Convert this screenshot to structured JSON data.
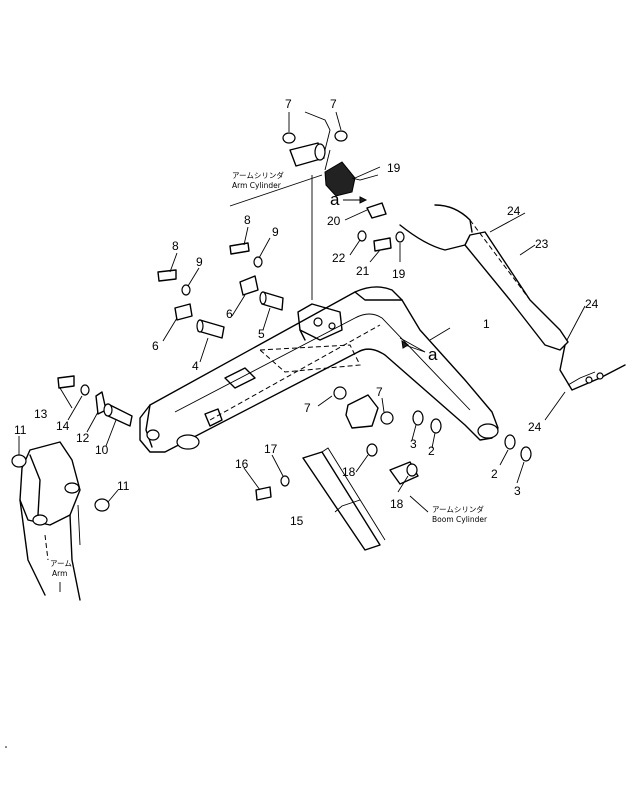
{
  "captions": {
    "arm_cylinder_jp": "アームシリンダ",
    "arm_cylinder_en": "Arm Cylinder",
    "boom_cylinder_jp": "アームシリンダ",
    "boom_cylinder_en": "Boom Cylinder",
    "arm_jp": "アーム",
    "arm_en": "Arm"
  },
  "reference_marks": [
    "a",
    "a"
  ],
  "callouts": [
    {
      "id": "callout-1",
      "label": "1"
    },
    {
      "id": "callout-2a",
      "label": "2"
    },
    {
      "id": "callout-2b",
      "label": "2"
    },
    {
      "id": "callout-3a",
      "label": "3"
    },
    {
      "id": "callout-3b",
      "label": "3"
    },
    {
      "id": "callout-4",
      "label": "4"
    },
    {
      "id": "callout-5",
      "label": "5"
    },
    {
      "id": "callout-6a",
      "label": "6"
    },
    {
      "id": "callout-6b",
      "label": "6"
    },
    {
      "id": "callout-7a",
      "label": "7"
    },
    {
      "id": "callout-7b",
      "label": "7"
    },
    {
      "id": "callout-7c",
      "label": "7"
    },
    {
      "id": "callout-7d",
      "label": "7"
    },
    {
      "id": "callout-8a",
      "label": "8"
    },
    {
      "id": "callout-8b",
      "label": "8"
    },
    {
      "id": "callout-9a",
      "label": "9"
    },
    {
      "id": "callout-9b",
      "label": "9"
    },
    {
      "id": "callout-10",
      "label": "10"
    },
    {
      "id": "callout-11a",
      "label": "11"
    },
    {
      "id": "callout-11b",
      "label": "11"
    },
    {
      "id": "callout-12",
      "label": "12"
    },
    {
      "id": "callout-13",
      "label": "13"
    },
    {
      "id": "callout-14",
      "label": "14"
    },
    {
      "id": "callout-15",
      "label": "15"
    },
    {
      "id": "callout-16",
      "label": "16"
    },
    {
      "id": "callout-17",
      "label": "17"
    },
    {
      "id": "callout-18a",
      "label": "18"
    },
    {
      "id": "callout-18b",
      "label": "18"
    },
    {
      "id": "callout-19a",
      "label": "19"
    },
    {
      "id": "callout-19b",
      "label": "19"
    },
    {
      "id": "callout-20",
      "label": "20"
    },
    {
      "id": "callout-21",
      "label": "21"
    },
    {
      "id": "callout-22",
      "label": "22"
    },
    {
      "id": "callout-23",
      "label": "23"
    },
    {
      "id": "callout-24a",
      "label": "24"
    },
    {
      "id": "callout-24b",
      "label": "24"
    },
    {
      "id": "callout-24c",
      "label": "24"
    }
  ]
}
